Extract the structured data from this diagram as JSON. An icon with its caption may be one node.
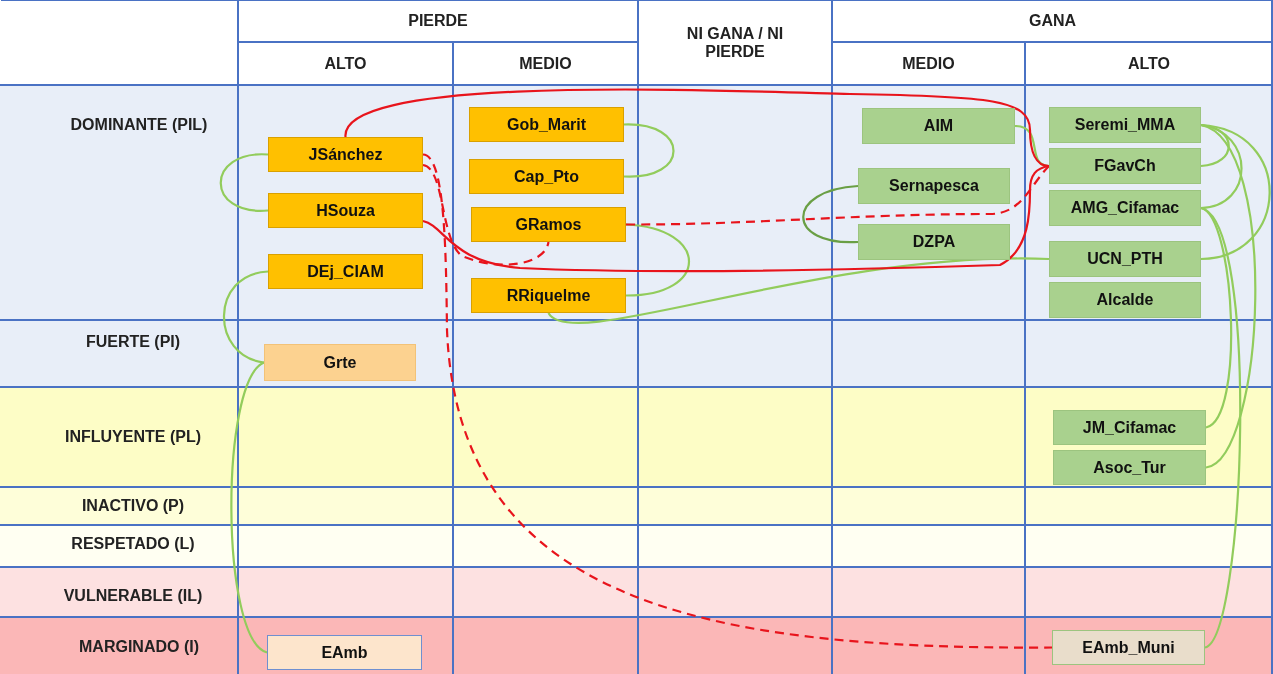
{
  "diagram": {
    "nodes": [
      {
        "text": [
          "JSánchez"
        ]
      },
      {
        "text": [
          "HSouza"
        ]
      },
      {
        "text": [
          "DEj_CIAM"
        ]
      },
      {
        "text": [
          "Gob_Marit"
        ]
      },
      {
        "text": [
          "Cap_Pto"
        ]
      },
      {
        "text": [
          "GRamos"
        ]
      },
      {
        "text": [
          "RRiquelme"
        ]
      },
      {
        "text": [
          "AIM"
        ]
      },
      {
        "text": [
          "Sernapesca"
        ]
      },
      {
        "text": [
          "DZPA"
        ]
      },
      {
        "text": [
          "Seremi_MMA"
        ]
      },
      {
        "text": [
          "FGavCh"
        ]
      },
      {
        "text": [
          "AMG_Cifamac"
        ]
      },
      {
        "text": [
          "UCN_PTH"
        ]
      },
      {
        "text": [
          "Alcalde"
        ]
      },
      {
        "text": [
          "Grte"
        ]
      },
      {
        "text": [
          "JM_Cifamac"
        ]
      },
      {
        "text": [
          "Asoc_Tur"
        ]
      },
      {
        "text": [
          "EAmb"
        ]
      },
      {
        "text": [
          "EAmb_Muni"
        ]
      }
    ],
    "edges": [
      {
        "from": 0,
        "to": 1,
        "arrow": "none"
      },
      {
        "from": 3,
        "to": 4,
        "arrow": "none"
      },
      {
        "from": 5,
        "to": 6,
        "arrow": "none"
      },
      {
        "from": 2,
        "to": 15,
        "arrow": "none"
      },
      {
        "from": 15,
        "to": 18,
        "arrow": "none"
      },
      {
        "from": 6,
        "to": 13,
        "arrow": "none"
      },
      {
        "from": 8,
        "to": 9,
        "arrow": "none",
        "color": "#6a9f45"
      },
      {
        "from": 7,
        "to": 11,
        "arrow": "none"
      },
      {
        "from": 10,
        "to": 11,
        "arrow": "none"
      },
      {
        "from": 10,
        "to": 12,
        "arrow": "none"
      },
      {
        "from": 10,
        "to": 13,
        "arrow": "none"
      },
      {
        "from": 10,
        "to": 17,
        "arrow": "none"
      },
      {
        "from": 12,
        "to": 16,
        "arrow": "none"
      },
      {
        "from": 12,
        "to": 19,
        "arrow": "none"
      },
      {
        "from": 0,
        "to": 11,
        "arrow": "none",
        "color": "#e8141c"
      },
      {
        "from": 1,
        "to": 11,
        "arrow": "none",
        "color": "#e8141c"
      },
      {
        "from": 5,
        "to": 11,
        "arrow": "none",
        "style": "dashed",
        "color": "#e8141c"
      },
      {
        "from": 0,
        "to": 5,
        "arrow": "none",
        "style": "dashed",
        "color": "#e8141c"
      },
      {
        "from": 0,
        "to": 19,
        "arrow": "none",
        "style": "dashed",
        "color": "#e8141c"
      }
    ],
    "labels": [
      "PIERDE",
      "NI GANA / NI PIERDE",
      "GANA",
      "ALTO",
      "MEDIO",
      "MEDIO",
      "ALTO",
      "DOMINANTE (PIL)",
      "FUERTE (PI)",
      "INFLUYENTE (PL)",
      "INACTIVO (P)",
      "RESPETADO (L)",
      "VULNERABLE (IL)",
      "MARGINADO (I)"
    ]
  }
}
